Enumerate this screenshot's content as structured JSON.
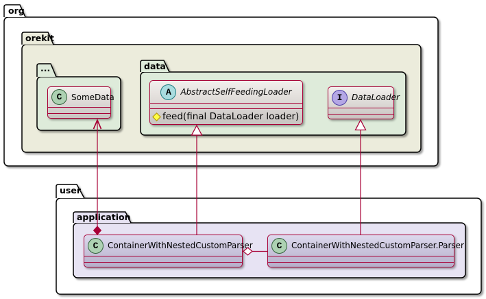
{
  "diagram_type": "uml-class-diagram",
  "packages": {
    "org": {
      "label": "org"
    },
    "orekit": {
      "label": "orekit"
    },
    "ellipsis": {
      "label": "..."
    },
    "data": {
      "label": "data"
    },
    "user": {
      "label": "user"
    },
    "application": {
      "label": "application"
    }
  },
  "classes": {
    "some_data": {
      "spot_letter": "C",
      "spot_kind": "class",
      "name": "SomeData"
    },
    "abstract_self_feeding_loader": {
      "spot_letter": "A",
      "spot_kind": "abstract-class",
      "name": "AbstractSelfFeedingLoader",
      "methods": [
        {
          "visibility": "protected",
          "signature": "feed(final DataLoader loader)"
        }
      ]
    },
    "data_loader": {
      "spot_letter": "I",
      "spot_kind": "interface",
      "name": "DataLoader"
    },
    "container": {
      "spot_letter": "C",
      "spot_kind": "class",
      "name": "ContainerWithNestedCustomParser"
    },
    "parser": {
      "spot_letter": "C",
      "spot_kind": "class",
      "name": "ContainerWithNestedCustomParser.Parser"
    }
  },
  "relationships": [
    {
      "from": "ContainerWithNestedCustomParser",
      "to": "SomeData",
      "type": "composition-with-arrow"
    },
    {
      "from": "ContainerWithNestedCustomParser",
      "to": "AbstractSelfFeedingLoader",
      "type": "extension"
    },
    {
      "from": "ContainerWithNestedCustomParser.Parser",
      "to": "DataLoader",
      "type": "extension"
    },
    {
      "from": "ContainerWithNestedCustomParser",
      "to": "ContainerWithNestedCustomParser.Parser",
      "type": "aggregation"
    }
  ],
  "colors": {
    "package_border": "#000000",
    "class_border": "#A80036",
    "connector": "#A80036",
    "org_fill": "#FFFFFF",
    "orekit_fill": "#ECECDC",
    "green_package_fill": "#DEEBDA",
    "user_fill": "#FFFFFF",
    "application_fill": "#E7E3F3",
    "spot_class_fill": "#ADD1B2",
    "spot_abstract_fill": "#A9DCDF",
    "spot_interface_fill": "#B4A7E5",
    "protected_visibility_fill": "#FFFF44"
  }
}
